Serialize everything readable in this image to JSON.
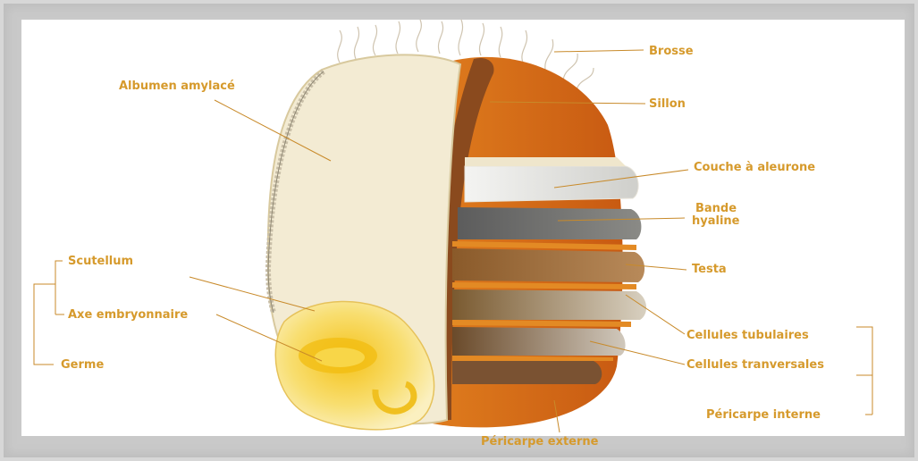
{
  "labels": {
    "brosse": "Brosse",
    "sillon": "Sillon",
    "albumen": "Albumen amylacé",
    "couche_aleurone": "Couche à aleurone",
    "bande_hyaline_1": "Bande",
    "bande_hyaline_2": "hyaline",
    "testa": "Testa",
    "scutellum": "Scutellum",
    "axe_embryonnaire": "Axe embryonnaire",
    "germe": "Germe",
    "cellules_tubulaires": "Cellules tubulaires",
    "cellules_transversales": "Cellules tranversales",
    "pericarpe_interne": "Péricarpe interne",
    "pericarpe_externe": "Péricarpe externe"
  },
  "colors": {
    "label": "#d69a2c",
    "leader": "#c88a2a",
    "pericarp": "#d9781c",
    "albumen": "#f4ecd2",
    "germ": "#f6d24a"
  }
}
